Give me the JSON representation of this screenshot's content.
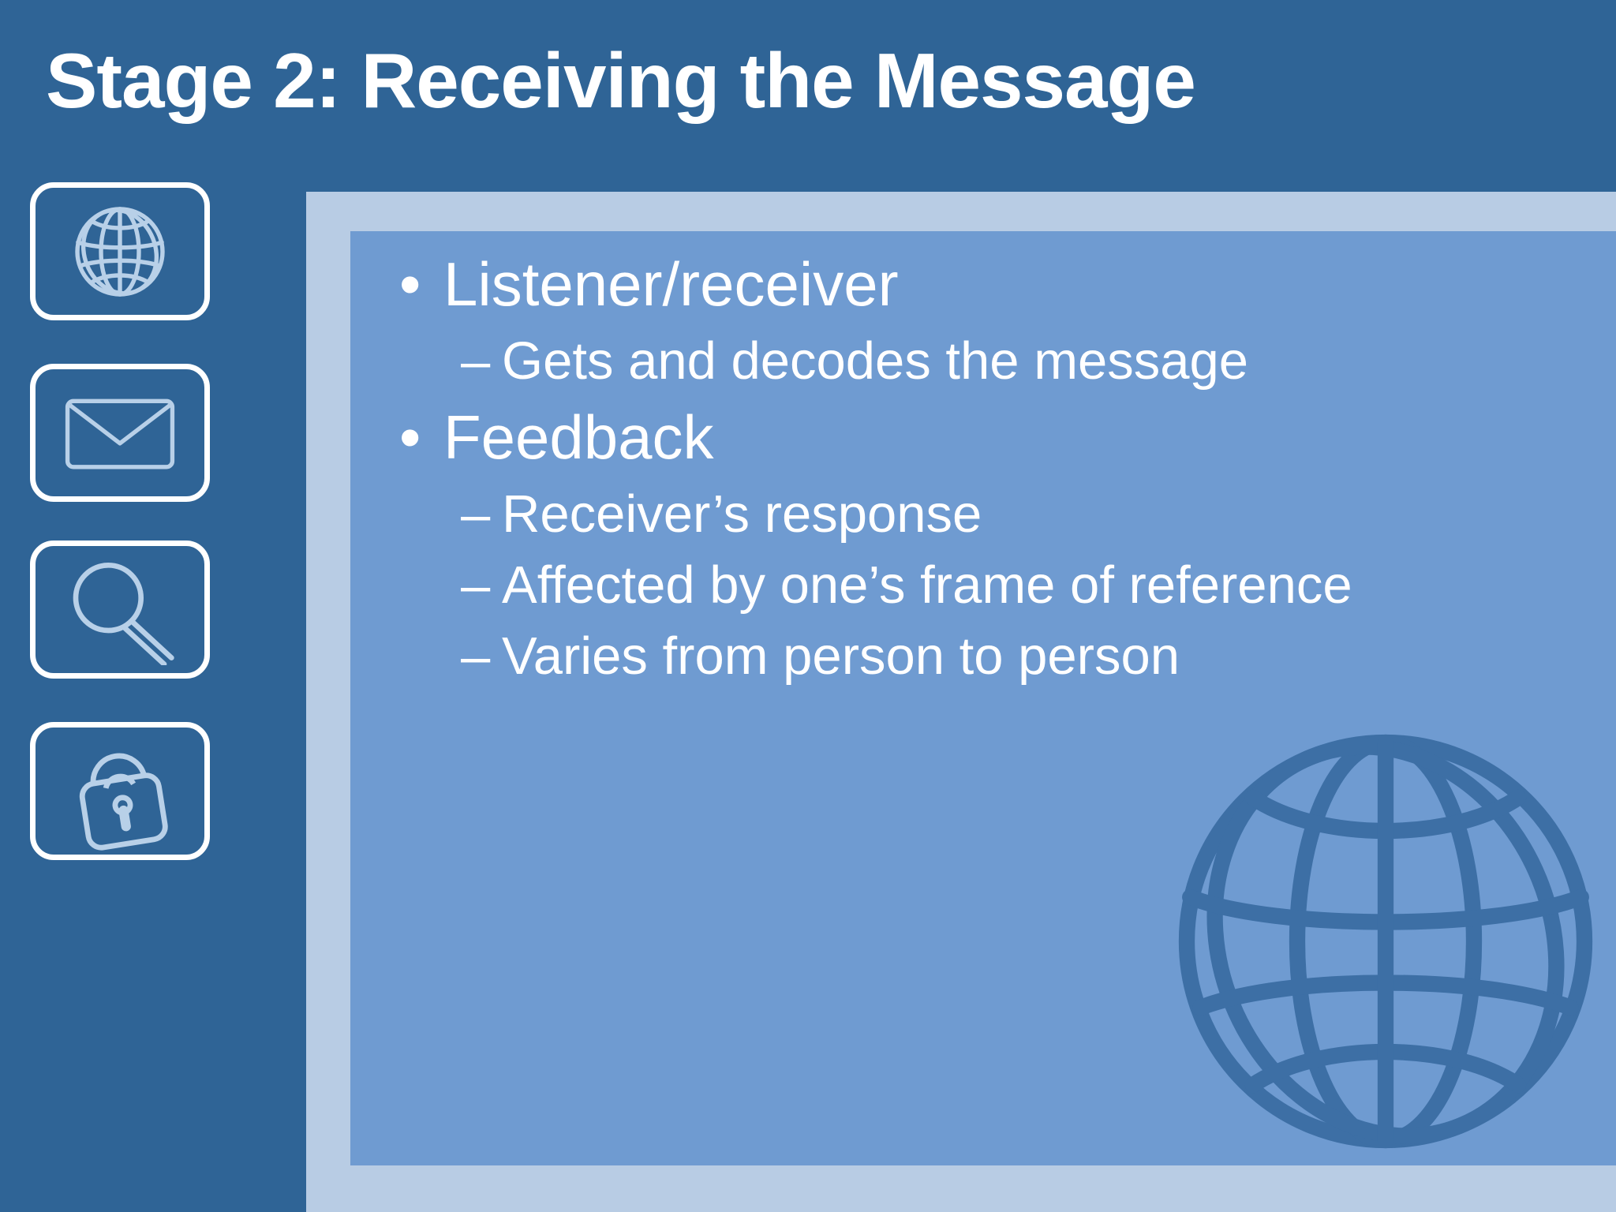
{
  "slide": {
    "title": "Stage 2: Receiving the Message",
    "colors": {
      "background_dark_blue": "#2f6496",
      "frame_light_blue": "#b8cce4",
      "panel_blue": "#6f9bd1",
      "icon_line_blue": "#b8d0e8",
      "watermark_blue": "#3d6fa5",
      "text_white": "#ffffff"
    }
  },
  "icon_rail": {
    "items": [
      {
        "name": "globe-icon"
      },
      {
        "name": "envelope-icon"
      },
      {
        "name": "magnifier-icon"
      },
      {
        "name": "padlock-icon"
      }
    ]
  },
  "decoration": {
    "watermark": "globe-watermark"
  },
  "content": {
    "bullets": [
      {
        "level": 1,
        "marker": "•",
        "text": "Listener/receiver"
      },
      {
        "level": 2,
        "marker": "–",
        "text": "Gets and decodes the message"
      },
      {
        "level": 1,
        "marker": "•",
        "text": "Feedback"
      },
      {
        "level": 2,
        "marker": "–",
        "text": "Receiver’s response"
      },
      {
        "level": 2,
        "marker": "–",
        "text": "Affected by one’s frame of reference"
      },
      {
        "level": 2,
        "marker": "–",
        "text": "Varies from person to person"
      }
    ]
  }
}
